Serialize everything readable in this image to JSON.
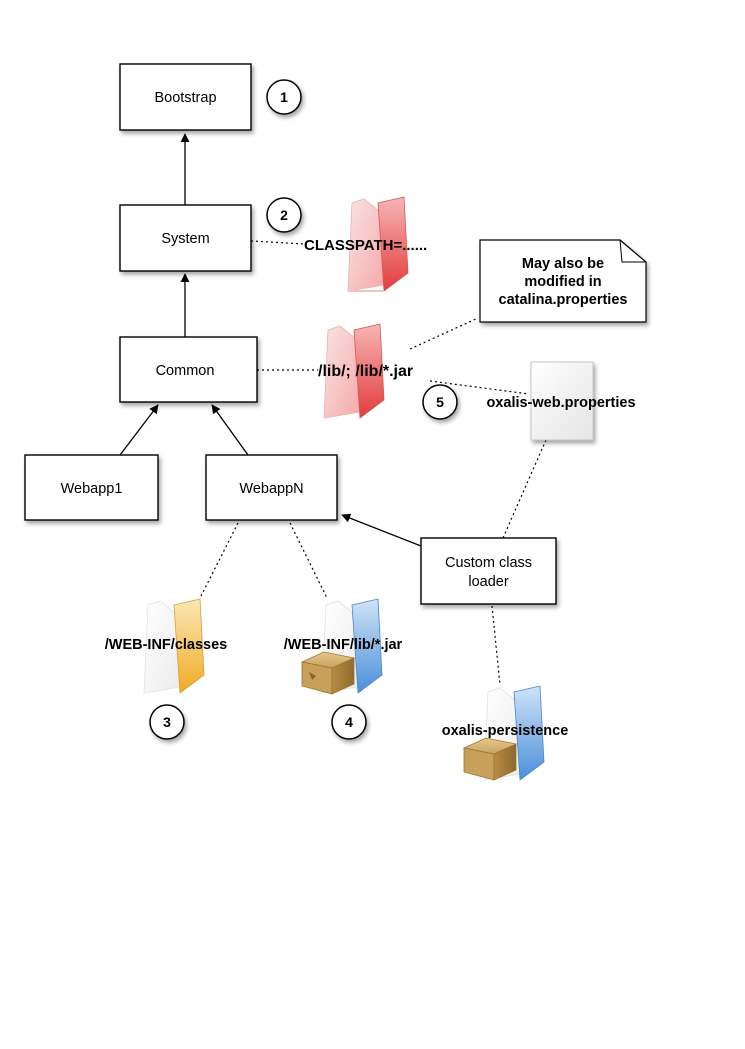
{
  "boxes": {
    "bootstrap": "Bootstrap",
    "system": "System",
    "common": "Common",
    "webapp1": "Webapp1",
    "webappN": "WebappN",
    "custom_line1": "Custom class",
    "custom_line2": "loader"
  },
  "badges": {
    "b1": "1",
    "b2": "2",
    "b3": "3",
    "b4": "4",
    "b5": "5"
  },
  "labels": {
    "classpath": "CLASSPATH=......",
    "lib": "/lib/; /lib/*.jar",
    "web_inf_classes": "/WEB-INF/classes",
    "web_inf_lib": "/WEB-INF/lib/*.jar",
    "oxalis_web_properties": "oxalis-web.properties",
    "oxalis_persistence": "oxalis-persistence"
  },
  "note": {
    "line1": "May also be",
    "line2": "modified in",
    "line3": "catalina.properties"
  },
  "colors": {
    "folder_red": "#e84a4a",
    "folder_yellow": "#f2b233",
    "folder_blue": "#5a9be0",
    "package_tan": "#c9a25e"
  },
  "icons": {
    "red_folder": "folder-red-icon",
    "yellow_folder": "folder-yellow-icon",
    "blue_folder": "folder-blue-icon",
    "package": "package-icon",
    "document": "document-icon"
  }
}
